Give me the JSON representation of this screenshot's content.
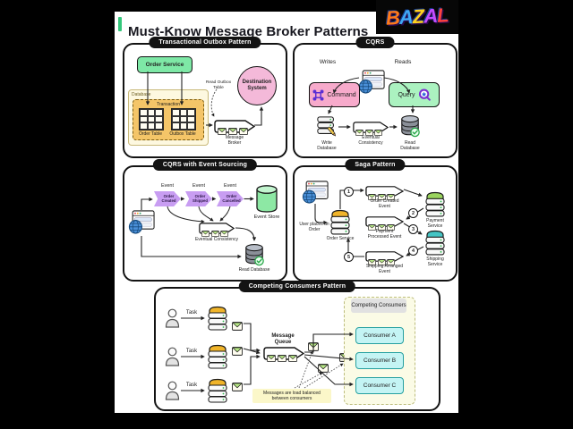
{
  "page": {
    "title": "Must-Know Message Broker Patterns",
    "logo": "BAZAL"
  },
  "colors": {
    "title_accent": "#34c77b",
    "panel_border": "#131313",
    "header_pill_bg": "#131313",
    "service_green": "#7ee8a6",
    "destination_pink": "#f4b9d9",
    "database_cream": "#fdf8e0",
    "transaction_orange": "#f4c568",
    "command_pink": "#f7aacb",
    "query_green": "#abf2c0",
    "chevron_purple": "#c89df2",
    "event_store_green": "#8de8a4",
    "consumer_cyan": "#c4f4f4",
    "note_yellow": "#fbf7c9",
    "producer_top_orange": "#f0b429",
    "payment_top_green": "#9ad45e",
    "shipping_top_teal": "#45c4c4"
  },
  "panels": {
    "outbox": {
      "title": "Transactional Outbox Pattern",
      "order_service": "Order Service",
      "database_label": "Database",
      "transaction_label": "Transaction",
      "order_table": "Order Table",
      "outbox_table": "Outbox Table",
      "read_outbox_note": "Read Outbox Table",
      "message_broker": "Message Broker",
      "destination_system": "Destination System"
    },
    "cqrs": {
      "title": "CQRS",
      "writes": "Writes",
      "reads": "Reads",
      "command": "Command",
      "query": "Query",
      "write_database": "Write Database",
      "eventual_consistency": "Eventual Consistency",
      "read_database": "Read Database"
    },
    "event_sourcing": {
      "title": "CQRS with Event Sourcing",
      "event_label": "Event",
      "events": [
        "Order Created",
        "Order Shipped",
        "Order Cancelled"
      ],
      "event_store": "Event Store",
      "eventual_consistency": "Eventual Consistency",
      "read_database": "Read Database"
    },
    "saga": {
      "title": "Saga Pattern",
      "user_note": "User places an Order",
      "order_service": "Order Service",
      "order_created_event": "Order Created Event",
      "payment_service": "Payment Service",
      "payment_processed_event": "Payment Processed Event",
      "shipping_service": "Shipping Service",
      "shipping_arranged_event": "Shipping Arranged Event",
      "steps": [
        "1",
        "2",
        "3",
        "4",
        "5"
      ]
    },
    "competing": {
      "title": "Competing Consumers Pattern",
      "task": "Task",
      "message_queue": "Message Queue",
      "group_label": "Competing Consumers",
      "consumers": [
        "Consumer A",
        "Consumer B",
        "Consumer C"
      ],
      "note": "Messages are load balanced between consumers"
    }
  }
}
